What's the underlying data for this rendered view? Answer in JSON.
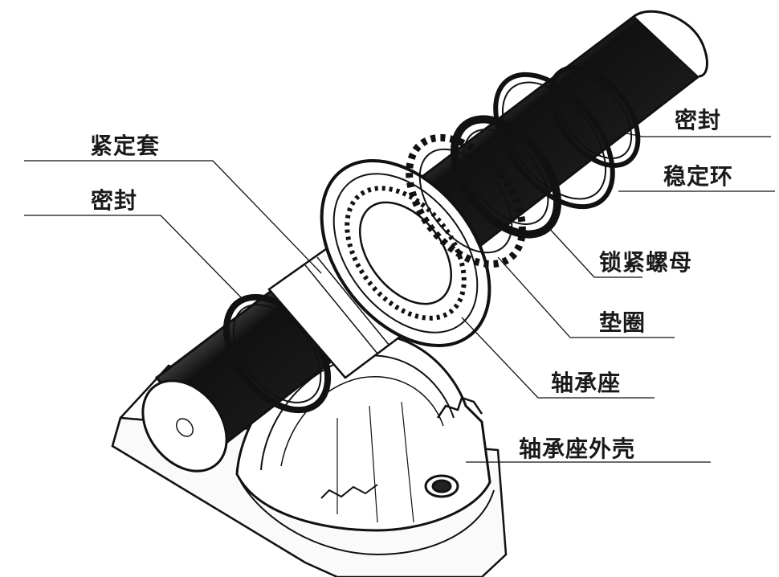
{
  "diagram": {
    "labels": {
      "tighten_sleeve": "紧定套",
      "seal_left": "密封",
      "seal_right": "密封",
      "stabilizing_ring": "稳定环",
      "lock_nut": "锁紧螺母",
      "washer": "垫圈",
      "bearing_seat": "轴承座",
      "bearing_housing": "轴承座外壳"
    }
  }
}
